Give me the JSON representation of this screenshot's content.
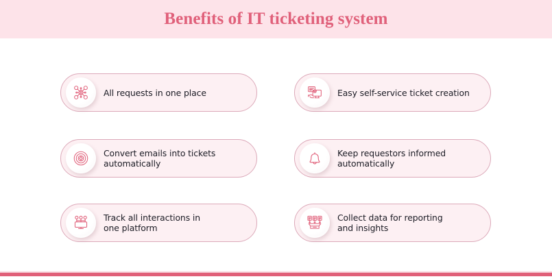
{
  "header": {
    "title": "Benefits of IT ticketing system",
    "band_color": "#fde3e9",
    "title_color": "#e0607a"
  },
  "theme": {
    "card_fill": "#fdf0f3",
    "card_border": "#dca9b9",
    "icon_stroke": "#e0607a",
    "text_color": "#1b1b24",
    "accent_bar": "#e05f78",
    "page_background": "#ffffff"
  },
  "cards": [
    {
      "id": "all-requests-in-one-place",
      "label": "All requests in one place",
      "icon": "network-hub-icon",
      "column": "left",
      "row": 1
    },
    {
      "id": "easy-self-service-ticket-creation",
      "label": "Easy self-service ticket creation",
      "icon": "monitor-ticket-creation-icon",
      "column": "right",
      "row": 1
    },
    {
      "id": "convert-emails-into-tickets",
      "label": "Convert emails into tickets\nautomatically",
      "icon": "target-rings-icon",
      "column": "left",
      "row": 2
    },
    {
      "id": "keep-requestors-informed",
      "label": "Keep requestors informed\nautomatically",
      "icon": "bell-icon",
      "column": "right",
      "row": 2
    },
    {
      "id": "track-all-interactions",
      "label": "Track all interactions in\none platform",
      "icon": "monitor-tracking-icon",
      "column": "left",
      "row": 3
    },
    {
      "id": "collect-data-for-reporting",
      "label": "Collect data for reporting\nand insights",
      "icon": "data-collection-box-icon",
      "column": "right",
      "row": 3
    }
  ]
}
